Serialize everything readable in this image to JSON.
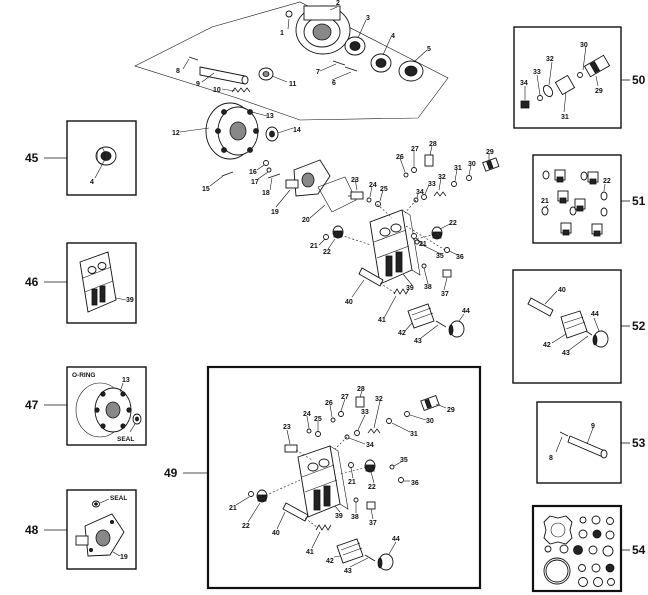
{
  "kit_labels": {
    "k45": "45",
    "k46": "46",
    "k47": "47",
    "k48": "48",
    "k49": "49",
    "k50": "50",
    "k51": "51",
    "k52": "52",
    "k53": "53",
    "k54": "54"
  },
  "text_labels": {
    "oring": "O-RING",
    "seal_47": "SEAL",
    "seal_48": "SEAL"
  },
  "main_parts": {
    "p1": "1",
    "p2": "2",
    "p3": "3",
    "p4": "4",
    "p5": "5",
    "p6": "6",
    "p7": "7",
    "p8": "8",
    "p9": "9",
    "p10": "10",
    "p11": "11",
    "p12": "12",
    "p13": "13",
    "p14": "14",
    "p15": "15",
    "p16": "16",
    "p17": "17",
    "p18": "18",
    "p19": "19",
    "p20": "20",
    "p21a": "21",
    "p21b": "21",
    "p22a": "22",
    "p22b": "22",
    "p23": "23",
    "p24": "24",
    "p25": "25",
    "p26": "26",
    "p27": "27",
    "p28": "28",
    "p29": "29",
    "p30": "30",
    "p31": "31",
    "p32": "32",
    "p33": "33",
    "p34": "34",
    "p35": "35",
    "p36": "36",
    "p37": "37",
    "p38": "38",
    "p39": "39",
    "p40": "40",
    "p41": "41",
    "p42": "42",
    "p43": "43",
    "p44": "44"
  },
  "kit45_parts": {
    "p4": "4"
  },
  "kit46_parts": {
    "p39": "39"
  },
  "kit47_parts": {
    "p13": "13"
  },
  "kit48_parts": {
    "p19": "19"
  },
  "kit49_parts": {
    "p21": "21",
    "p22": "22",
    "p22b": "22",
    "p23": "23",
    "p24": "24",
    "p25": "25",
    "p26": "26",
    "p27": "27",
    "p28": "28",
    "p29": "29",
    "p30": "30",
    "p31": "31",
    "p32": "32",
    "p33": "33",
    "p34": "34",
    "p35": "35",
    "p36": "36",
    "p37": "37",
    "p38": "38",
    "p39": "39",
    "p40": "40",
    "p41": "41",
    "p42": "42",
    "p43": "43",
    "p44": "44",
    "p21b": "21"
  },
  "kit50_parts": {
    "p29": "29",
    "p30": "30",
    "p31": "31",
    "p32": "32",
    "p33": "33",
    "p34": "34"
  },
  "kit51_parts": {
    "p21": "21",
    "p22": "22"
  },
  "kit52_parts": {
    "p40": "40",
    "p42": "42",
    "p43": "43",
    "p44": "44"
  },
  "kit53_parts": {
    "p8": "8",
    "p9": "9"
  }
}
